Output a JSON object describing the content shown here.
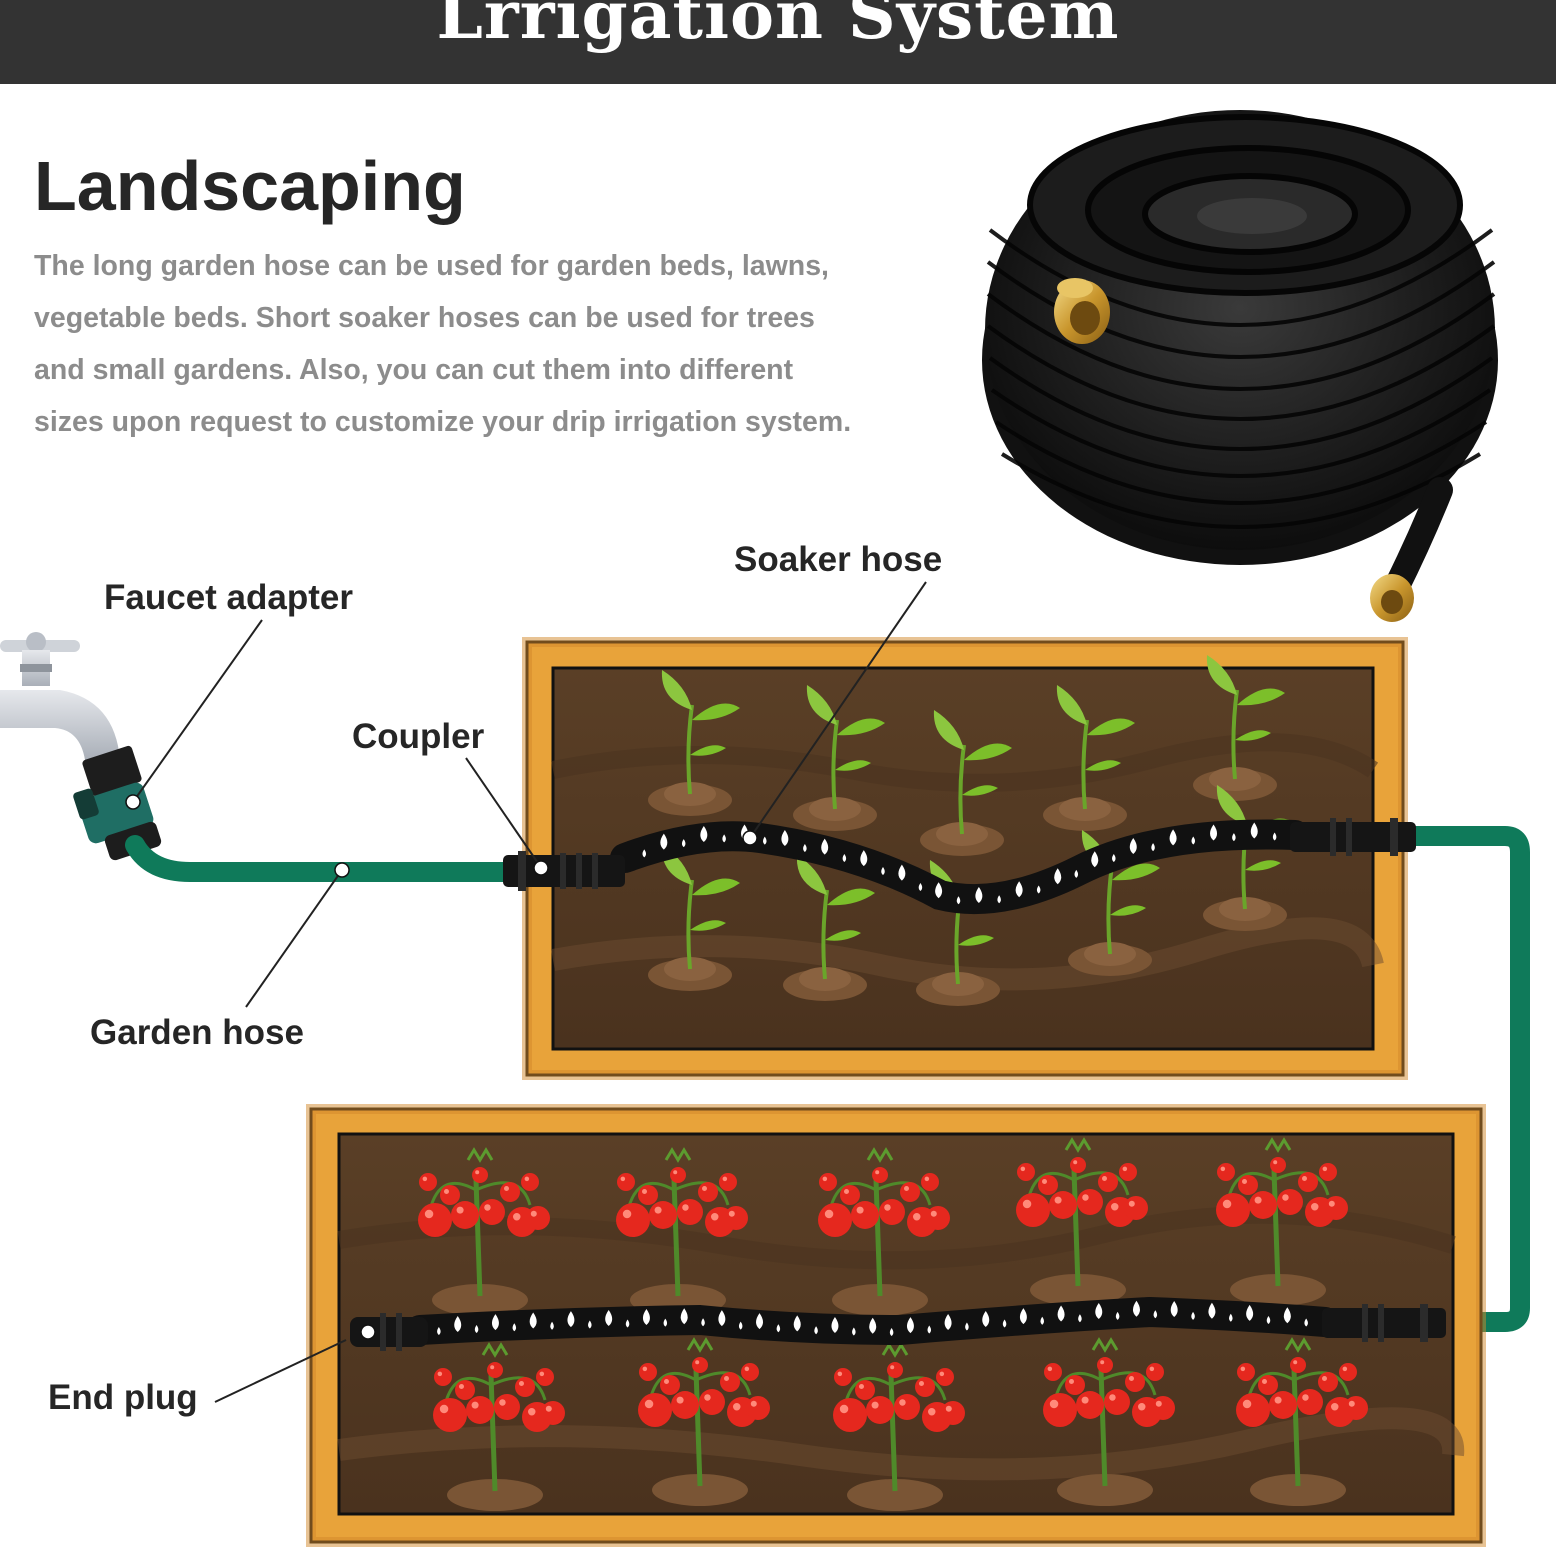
{
  "banner": {
    "title": "Lrrigation System"
  },
  "section": {
    "heading": "Landscaping",
    "description_lines": [
      "The long garden hose can be used for garden beds, lawns,",
      "vegetable beds. Short soaker hoses can be used for trees",
      "and small gardens. Also, you can cut them into different",
      "sizes upon request to customize your drip irrigation system."
    ]
  },
  "labels": {
    "faucet_adapter": "Faucet adapter",
    "soaker_hose": "Soaker hose",
    "coupler": "Coupler",
    "garden_hose": "Garden hose",
    "end_plug": "End plug"
  },
  "colors": {
    "banner": "#333333",
    "garden_hose": "#0f7a5a",
    "soil": "#5c4128",
    "wood_frame": "#e8a33a",
    "soaker_hose": "#111111",
    "tomato": "#e5281e",
    "leaf": "#7cbf2a"
  },
  "icons": [
    "faucet-icon",
    "hose-coil-icon",
    "seedling-icon",
    "tomato-plant-icon",
    "water-drop-icon"
  ]
}
